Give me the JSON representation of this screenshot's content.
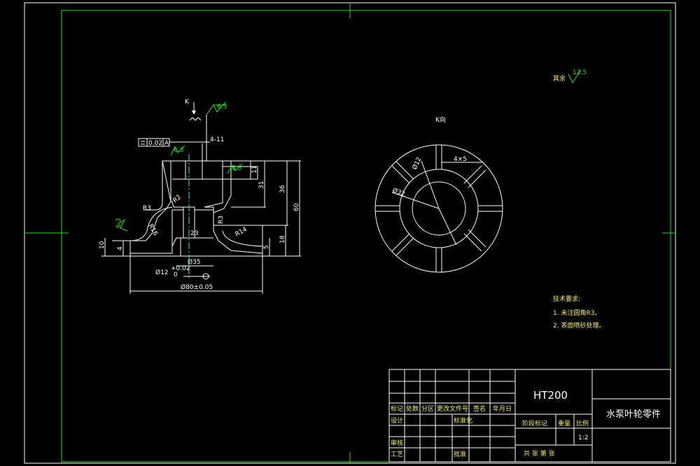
{
  "front_view": {
    "datum_label": "K",
    "tolerance_value": "0.02",
    "tolerance_datum": "A",
    "holes_note": "4-11",
    "surface_finish_top": "6.3",
    "surface_finish_left": "6.3",
    "surface_finish_right": "6.3",
    "surface_finish_side": "6.3",
    "dims": {
      "r3": "R3",
      "r2": "R2",
      "r16": "R16",
      "r3b": "R3",
      "r14": "R14",
      "d23": "23",
      "d35": "Ø35",
      "d12": "Ø12",
      "d12_tol_upper": "+0.02",
      "d12_tol_lower": "0",
      "d80": "Ø80±0.05",
      "h11": "11",
      "h31": "31",
      "h36": "36",
      "h60": "60",
      "h18": "18",
      "h5": "5",
      "h10": "10",
      "h4": "4"
    }
  },
  "side_view": {
    "title": "K向",
    "d32": "Ø32",
    "d12": "Ø12",
    "slot_note": "4×5"
  },
  "remaining_finish": {
    "label": "其余",
    "value": "12.5"
  },
  "tech_requirements": {
    "title": "技术要求:",
    "items": [
      "1. 未注圆角R3。",
      "2. 表面喷砂处理。"
    ]
  },
  "title_block": {
    "material": "HT200",
    "part_name": "水泵叶轮零件",
    "col_headers": [
      "标记",
      "处数",
      "分区",
      "更改文件号",
      "签名",
      "年月日"
    ],
    "design": "设计",
    "standardize": "标准化",
    "review": "审核",
    "process": "工艺",
    "approve": "批准",
    "stage_mark": "阶段标记",
    "weight": "重量",
    "scale": "比例",
    "scale_value": "1:2",
    "sheets": "共  张  第  张"
  },
  "colors": {
    "outline": "#ffffff",
    "frame": "#19e619",
    "dimension": "#27e8e8",
    "annotation": "#f5f06a"
  }
}
